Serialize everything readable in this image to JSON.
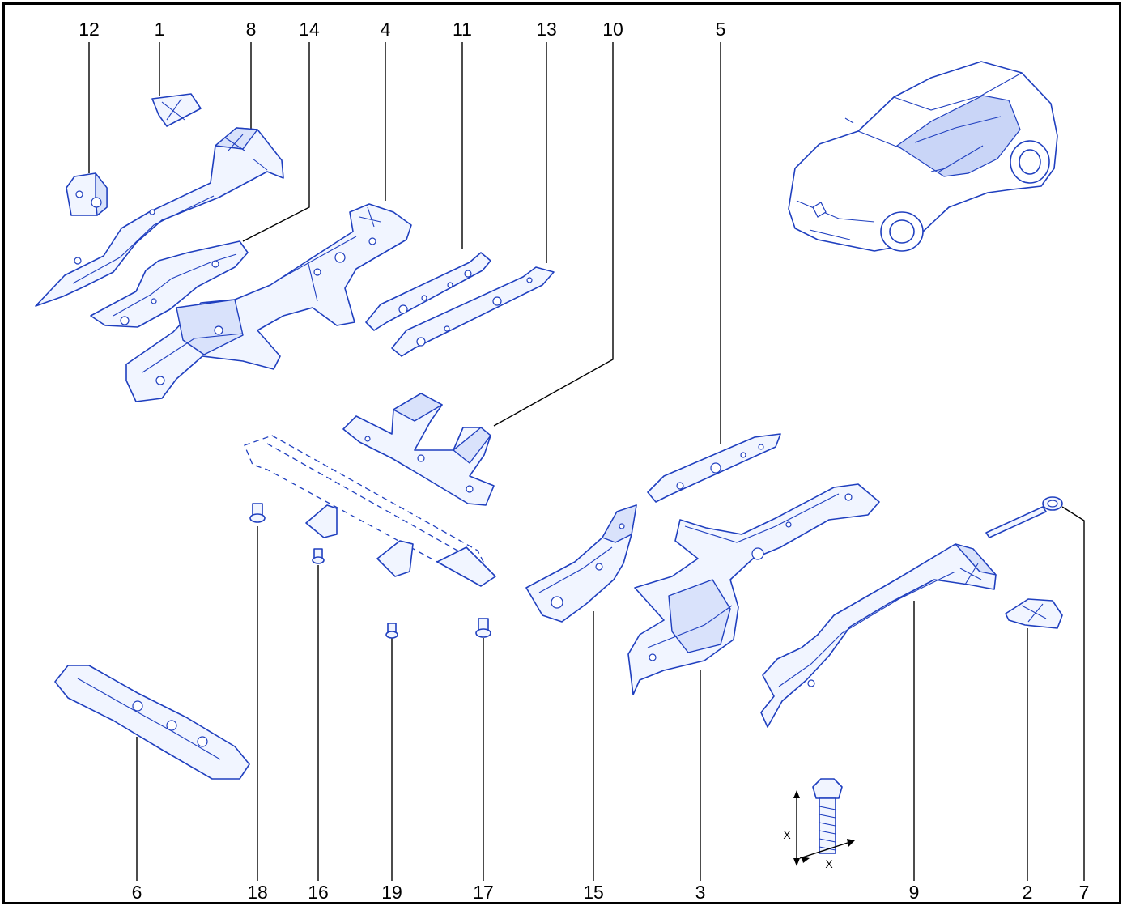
{
  "callouts": [
    {
      "id": "c12",
      "text": "12"
    },
    {
      "id": "c1",
      "text": "1"
    },
    {
      "id": "c8",
      "text": "8"
    },
    {
      "id": "c14",
      "text": "14"
    },
    {
      "id": "c4",
      "text": "4"
    },
    {
      "id": "c11",
      "text": "11"
    },
    {
      "id": "c13",
      "text": "13"
    },
    {
      "id": "c10",
      "text": "10"
    },
    {
      "id": "c5",
      "text": "5"
    },
    {
      "id": "c6",
      "text": "6"
    },
    {
      "id": "c18",
      "text": "18"
    },
    {
      "id": "c16",
      "text": "16"
    },
    {
      "id": "c19",
      "text": "19"
    },
    {
      "id": "c17",
      "text": "17"
    },
    {
      "id": "c15",
      "text": "15"
    },
    {
      "id": "c3",
      "text": "3"
    },
    {
      "id": "c9",
      "text": "9"
    },
    {
      "id": "c2",
      "text": "2"
    },
    {
      "id": "c7",
      "text": "7"
    }
  ],
  "bolt_detail": {
    "dim_height": "X",
    "dim_width": "X"
  },
  "colors": {
    "line": "#1f3fbf",
    "fill": "#f1f5ff",
    "frame": "#000000"
  }
}
